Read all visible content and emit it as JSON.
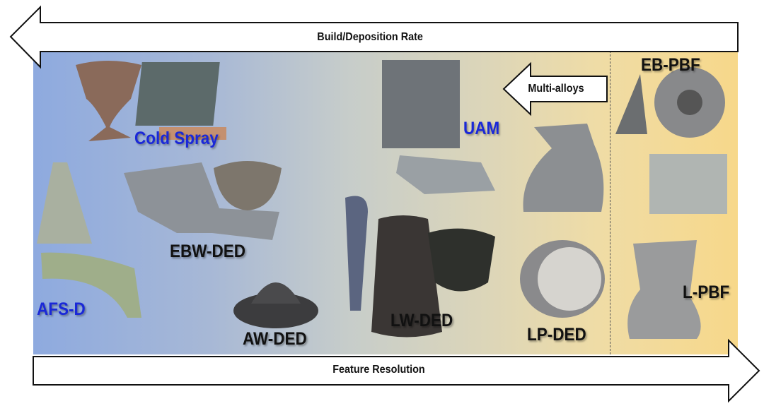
{
  "arrows": {
    "top_label": "Build/Deposition Rate",
    "bottom_label": "Feature Resolution",
    "multi_alloys_label": "Multi-alloys"
  },
  "processes": {
    "cold_spray": "Cold Spray",
    "afs_d": "AFS-D",
    "ebw_ded": "EBW-DED",
    "aw_ded": "AW-DED",
    "uam": "UAM",
    "lw_ded": "LW-DED",
    "lp_ded": "LP-DED",
    "eb_pbf": "EB-PBF",
    "l_pbf": "L-PBF"
  },
  "colors": {
    "label_blue": "#1a28d8",
    "gradient_left": "#8eaadf",
    "gradient_right": "#f7d88a"
  }
}
